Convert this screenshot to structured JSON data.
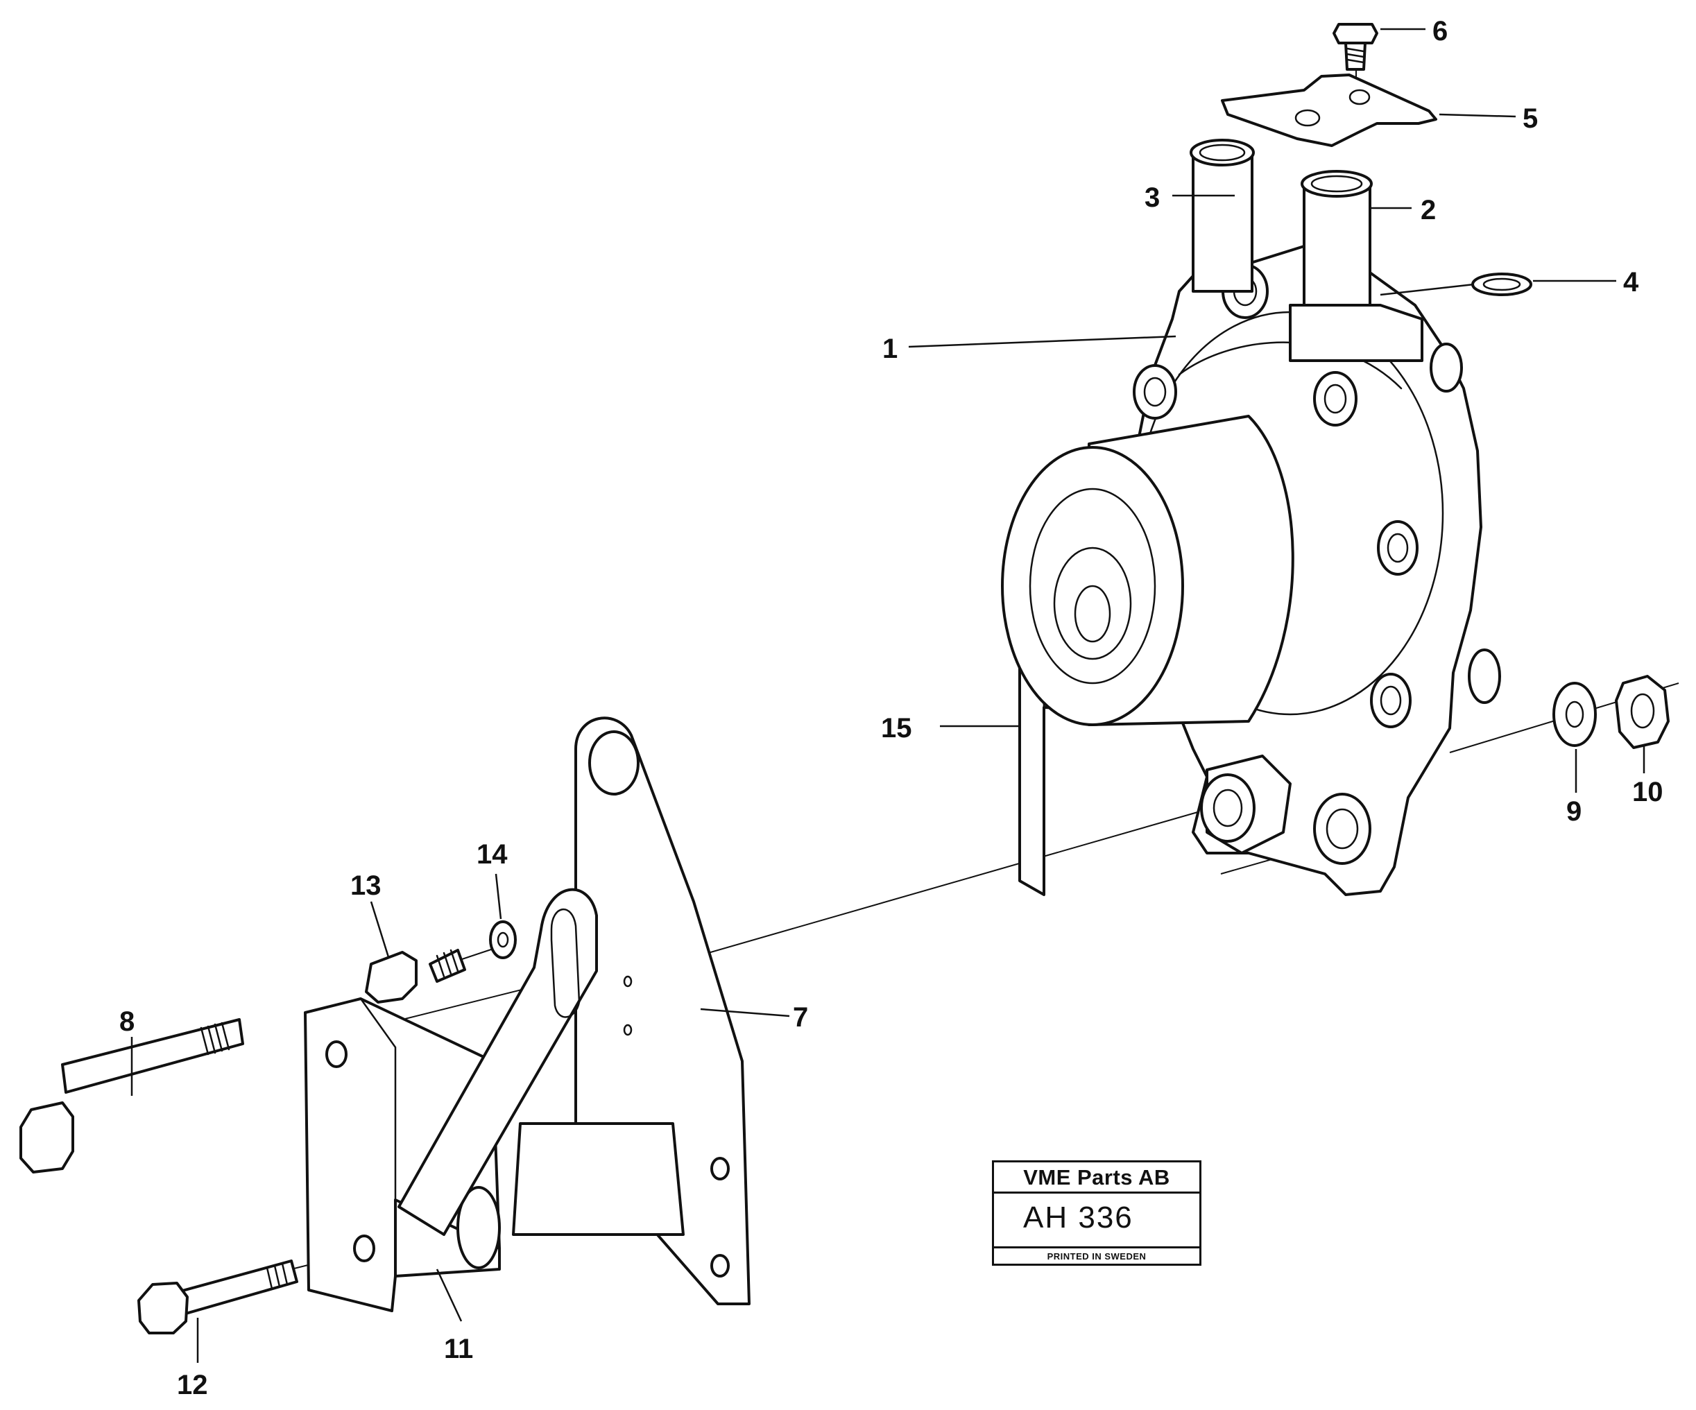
{
  "callouts": [
    {
      "id": "1",
      "label": "1"
    },
    {
      "id": "2",
      "label": "2"
    },
    {
      "id": "3",
      "label": "3"
    },
    {
      "id": "4",
      "label": "4"
    },
    {
      "id": "5",
      "label": "5"
    },
    {
      "id": "6",
      "label": "6"
    },
    {
      "id": "7",
      "label": "7"
    },
    {
      "id": "8",
      "label": "8"
    },
    {
      "id": "9",
      "label": "9"
    },
    {
      "id": "10",
      "label": "10"
    },
    {
      "id": "11",
      "label": "11"
    },
    {
      "id": "12",
      "label": "12"
    },
    {
      "id": "13",
      "label": "13"
    },
    {
      "id": "14",
      "label": "14"
    },
    {
      "id": "15",
      "label": "15"
    }
  ],
  "stamp": {
    "company": "VME Parts AB",
    "code": "AH 336",
    "printed": "PRINTED IN SWEDEN"
  }
}
